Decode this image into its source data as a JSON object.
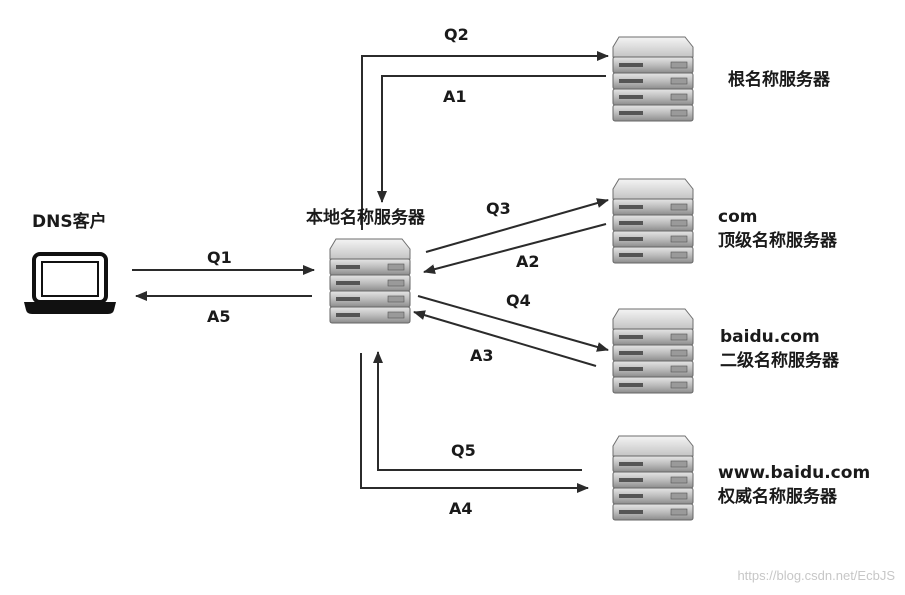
{
  "client": {
    "label": "DNS客户"
  },
  "local_server": {
    "label": "本地名称服务器"
  },
  "servers": [
    {
      "id": "root",
      "line1": "根名称服务器",
      "line2": ""
    },
    {
      "id": "com",
      "line1": "com",
      "line2": "顶级名称服务器"
    },
    {
      "id": "baidu",
      "line1": "baidu.com",
      "line2": "二级名称服务器"
    },
    {
      "id": "www",
      "line1": "www.baidu.com",
      "line2": "权威名称服务器"
    }
  ],
  "edges": {
    "q1": "Q1",
    "a5": "A5",
    "q2": "Q2",
    "a1": "A1",
    "q3": "Q3",
    "a2": "A2",
    "q4": "Q4",
    "a3": "A3",
    "q5": "Q5",
    "a4": "A4"
  },
  "watermark": "https://blog.csdn.net/EcbJS"
}
